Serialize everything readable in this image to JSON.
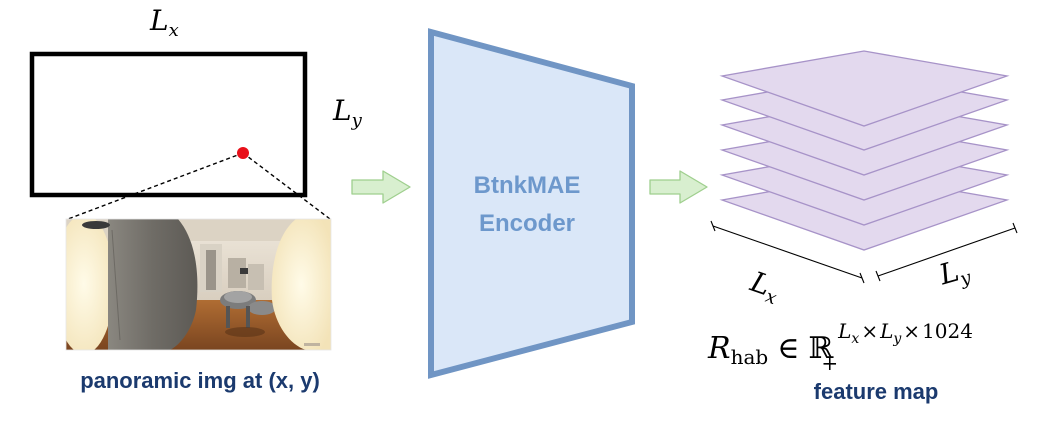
{
  "diagram": {
    "grid_label_x": "L",
    "grid_label_x_sub": "x",
    "grid_label_y": "L",
    "grid_label_y_sub": "y",
    "panorama_caption": "panoramic img at (x, y)",
    "encoder_line1": "BtnkMAE",
    "encoder_line2": "Encoder",
    "stack_label_x": "L",
    "stack_label_x_sub": "x",
    "stack_label_y": "L",
    "stack_label_y_sub": "y",
    "formula": {
      "main": "R",
      "main_sub": "hab",
      "in_symbol": "∈",
      "set": "ℝ",
      "set_sub": "+",
      "sup_1": "L",
      "sup_1_sub": "x",
      "times_1": "×",
      "sup_2": "L",
      "sup_2_sub": "y",
      "times_2": "×",
      "sup_3": "1024"
    },
    "feature_map_caption": "feature map",
    "colors": {
      "point": "#e8101a",
      "arrow_fill": "#d8efcf",
      "arrow_stroke": "#9fcf8e",
      "encoder_fill": "#dae7f8",
      "encoder_stroke": "#7095c4",
      "layer_fill": "#e3d9ee",
      "layer_stroke": "#a793c8",
      "caption": "#1b3a6e"
    }
  }
}
